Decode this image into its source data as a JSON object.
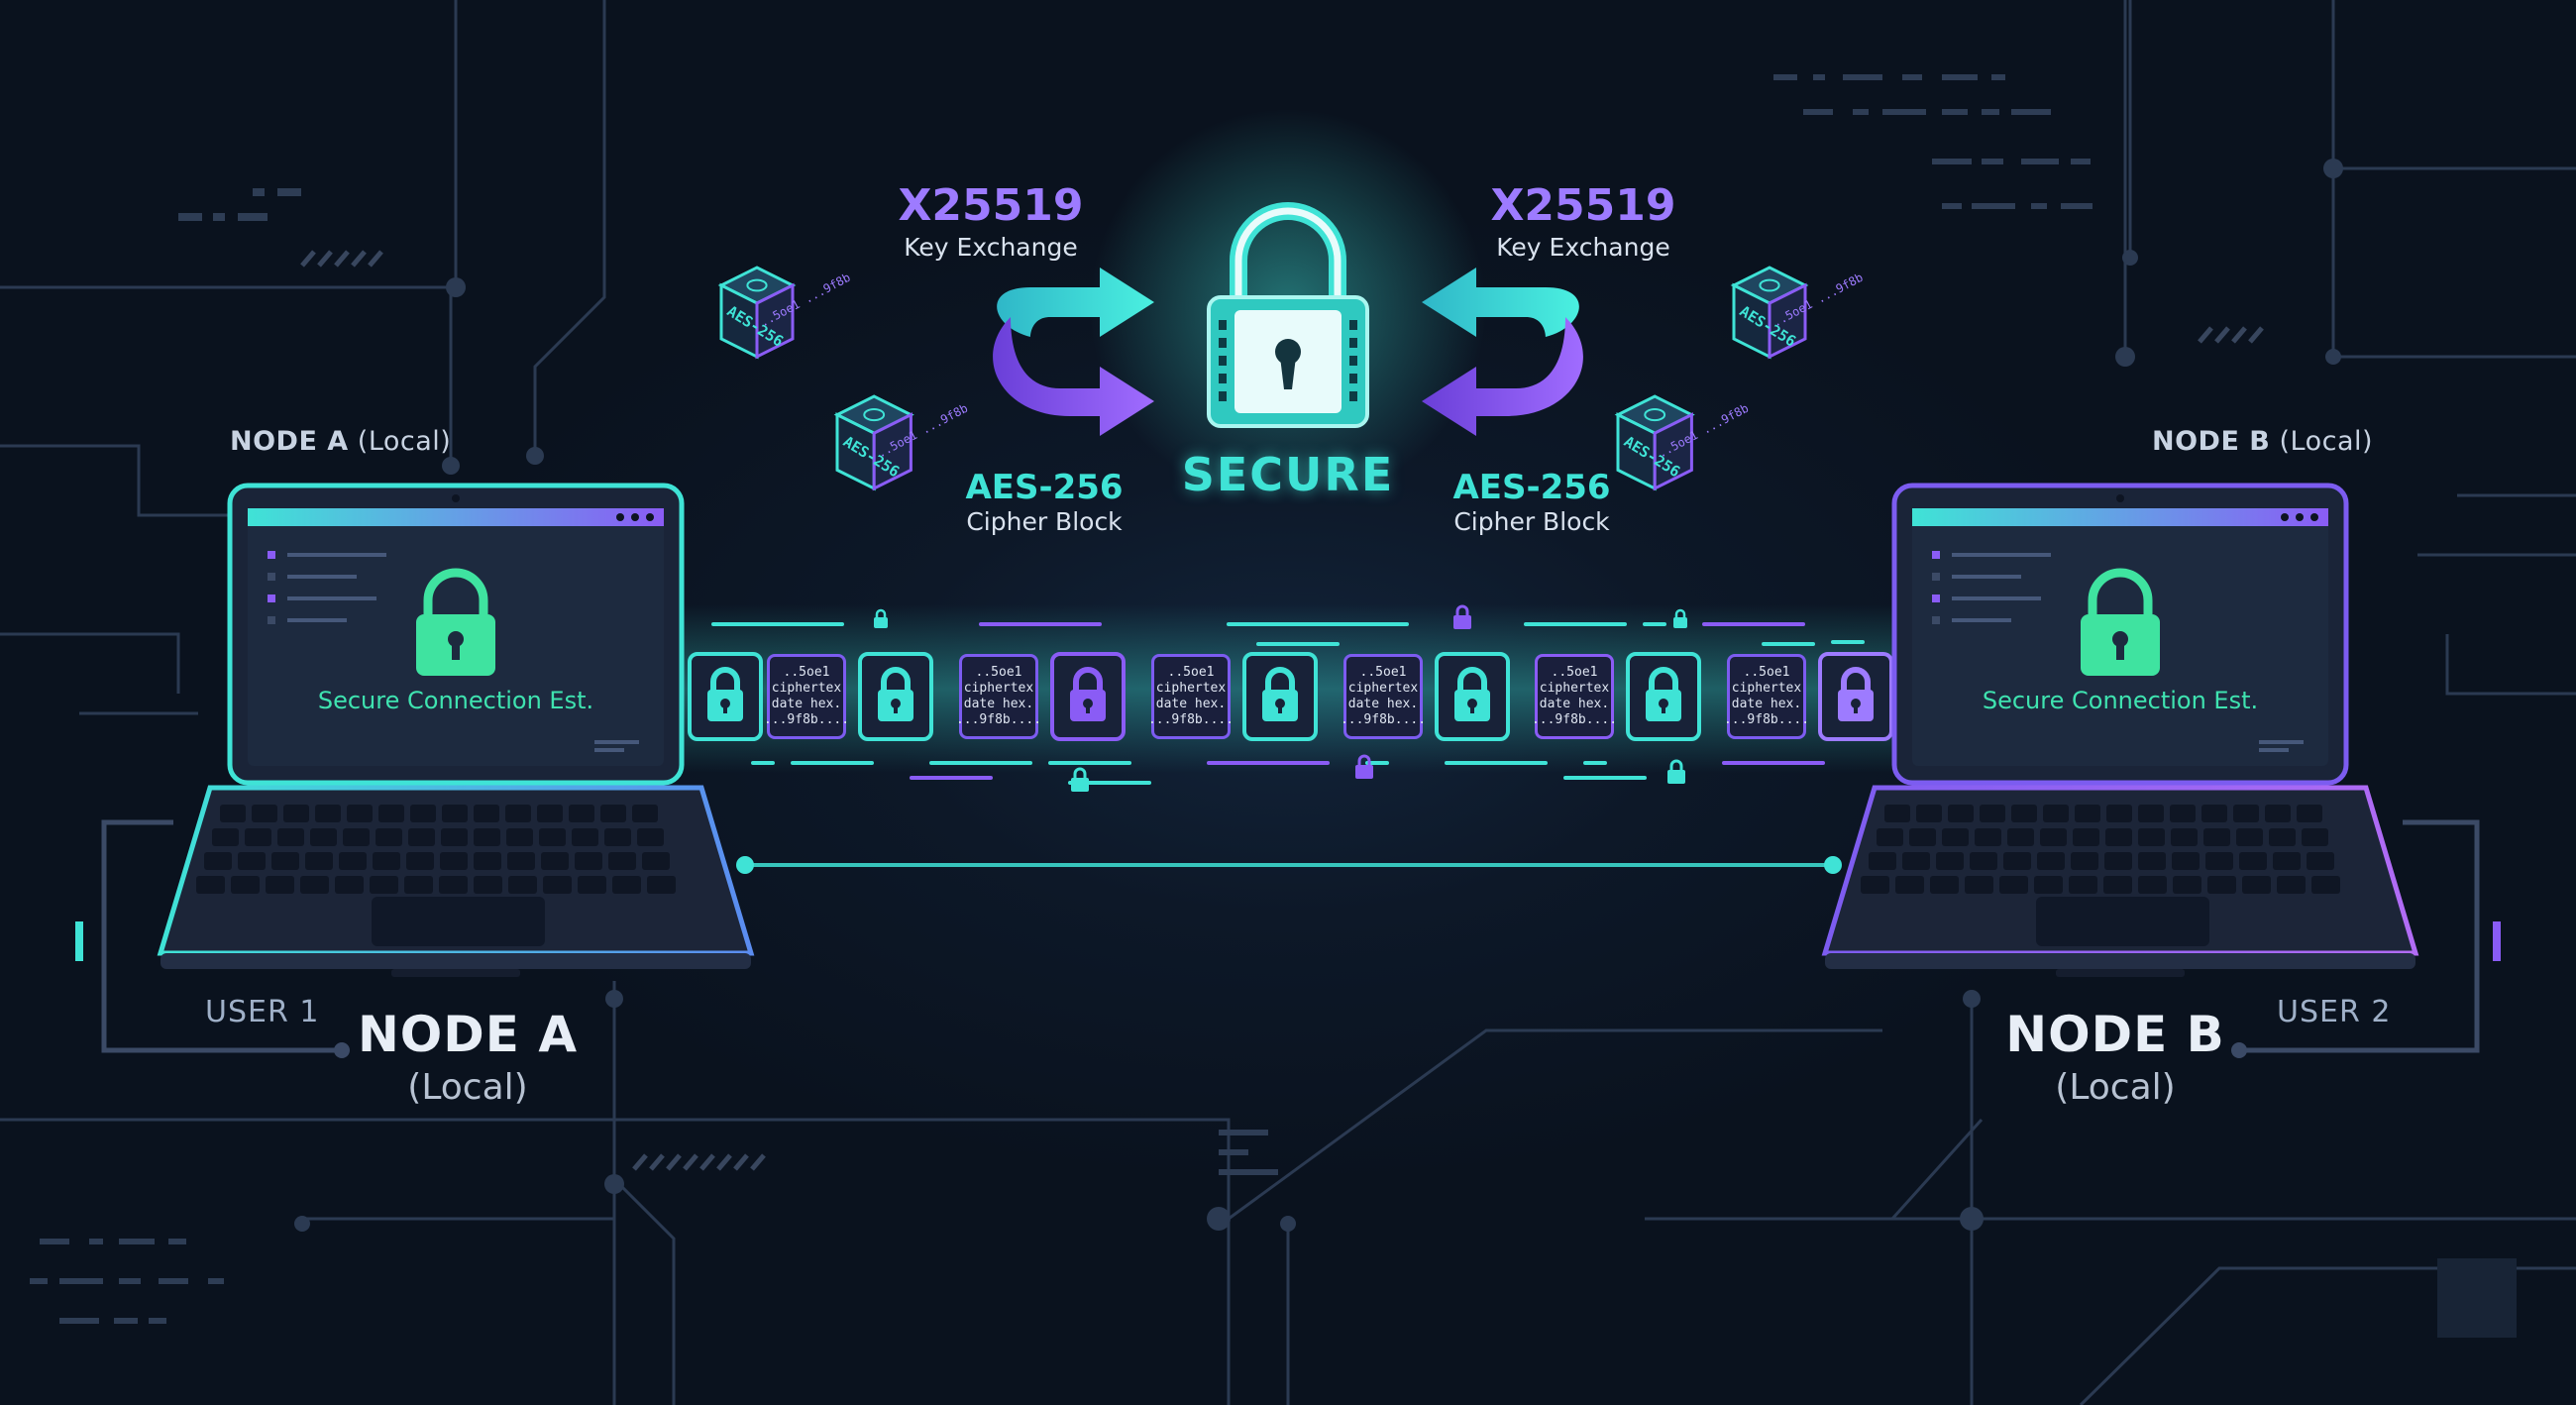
{
  "key_exchange": {
    "left": {
      "protocol": "X25519",
      "caption": "Key Exchange"
    },
    "right": {
      "protocol": "X25519",
      "caption": "Key Exchange"
    }
  },
  "cipher": {
    "left": {
      "protocol": "AES-256",
      "caption": "Cipher Block"
    },
    "right": {
      "protocol": "AES-256",
      "caption": "Cipher Block"
    }
  },
  "cube": {
    "face_label": "AES-256",
    "hex_label": "..5oe1 ...9f8b"
  },
  "center": {
    "status": "SECURE"
  },
  "node_a": {
    "top_name": "NODE A",
    "top_suffix": "(Local)",
    "name": "NODE A",
    "suffix": "(Local)",
    "user": "USER 1",
    "screen_message": "Secure Connection Est."
  },
  "node_b": {
    "top_name": "NODE B",
    "top_suffix": "(Local)",
    "name": "NODE B",
    "suffix": "(Local)",
    "user": "USER 2",
    "screen_message": "Secure Connection Est."
  },
  "cipher_stream": {
    "block_text": [
      "..5oe1",
      "ciphertex",
      "date hex.",
      "...9f8b...."
    ]
  },
  "colors": {
    "teal": "#3fe3d6",
    "purple": "#8a5cf5",
    "green": "#3fe3a0",
    "bg": "#0b1421"
  }
}
